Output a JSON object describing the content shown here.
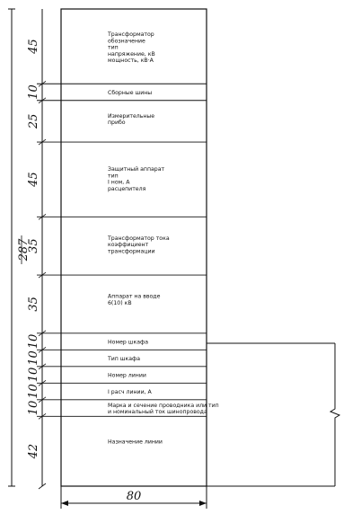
{
  "drawing": {
    "total_height_label": "287",
    "width_label": "80",
    "rows": [
      {
        "height": "45",
        "lines": [
          "Трансформатор",
          "обозначение",
          "тип",
          "напряжение, кВ",
          "мощность, кВ·А"
        ]
      },
      {
        "height": "10",
        "lines": [
          "Сборные шины"
        ]
      },
      {
        "height": "25",
        "lines": [
          "Измерительные",
          "прибо"
        ]
      },
      {
        "height": "45",
        "lines": [
          "Защитный аппарат",
          "тип",
          "I ном, А",
          "расцепителя"
        ]
      },
      {
        "height": "35",
        "lines": [
          "Трансформатор тока",
          "коэффициент",
          "трансформации"
        ]
      },
      {
        "height": "35",
        "lines": [
          "Аппарат на вводе",
          "6(10) кВ"
        ]
      },
      {
        "height": "10",
        "lines": [
          "Номер шкафа"
        ]
      },
      {
        "height": "10",
        "lines": [
          "Тип шкафа"
        ]
      },
      {
        "height": "10",
        "lines": [
          "Номер линии"
        ]
      },
      {
        "height": "10",
        "lines": [
          "I расч линии, А"
        ]
      },
      {
        "height": "10",
        "lines": [
          "Марка и сечение проводника или тип",
          "и номинальный ток шинопровода"
        ]
      },
      {
        "height": "42",
        "lines": [
          "Назначение линии"
        ]
      }
    ]
  }
}
